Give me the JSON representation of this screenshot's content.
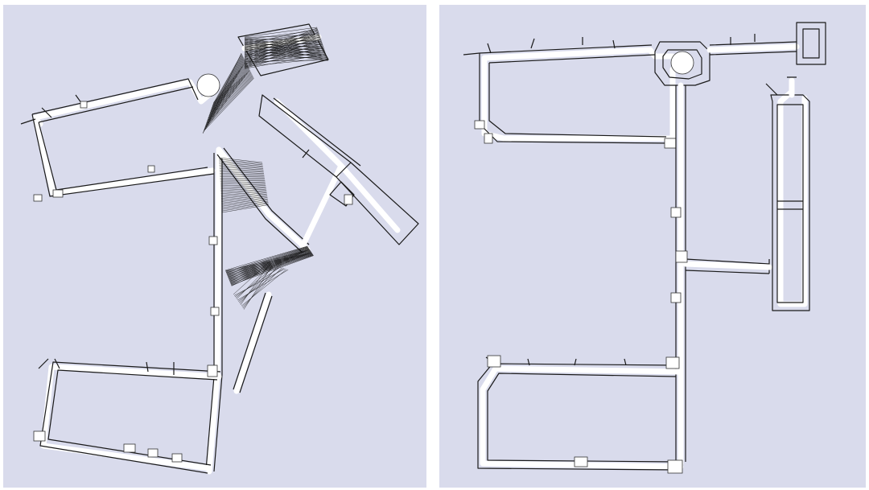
{
  "figure": {
    "panels": [
      {
        "id": "left",
        "content": "unoptimized-map"
      },
      {
        "id": "right",
        "content": "optimized-map"
      }
    ]
  },
  "colors": {
    "background": "#d9dbec",
    "free_space": "#ffffff",
    "walls": "#1a1a1a",
    "constraints": "#111111"
  }
}
